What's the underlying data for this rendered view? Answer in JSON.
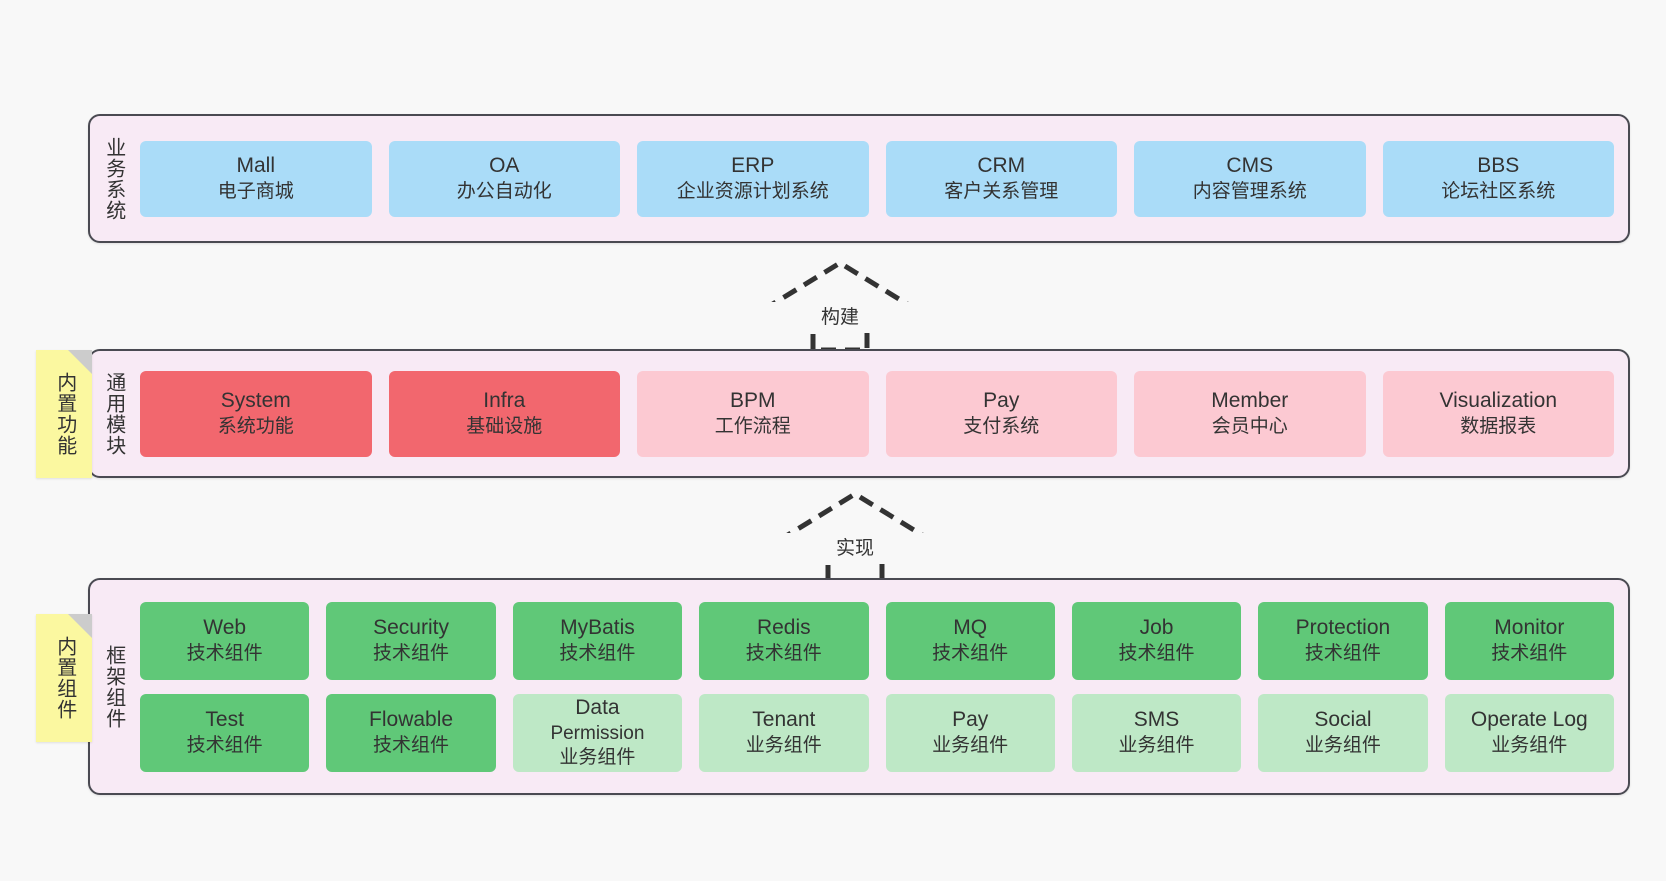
{
  "bands": [
    {
      "id": "business",
      "title": "业务系统",
      "rows": [
        {
          "cards": [
            {
              "style": "blue",
              "t1": "Mall",
              "t2": "电子商城"
            },
            {
              "style": "blue",
              "t1": "OA",
              "t2": "办公自动化"
            },
            {
              "style": "blue",
              "t1": "ERP",
              "t2": "企业资源计划系统"
            },
            {
              "style": "blue",
              "t1": "CRM",
              "t2": "客户关系管理"
            },
            {
              "style": "blue",
              "t1": "CMS",
              "t2": "内容管理系统"
            },
            {
              "style": "blue",
              "t1": "BBS",
              "t2": "论坛社区系统"
            }
          ]
        }
      ]
    },
    {
      "id": "common",
      "title": "通用模块",
      "rows": [
        {
          "cards": [
            {
              "style": "red",
              "t1": "System",
              "t2": "系统功能"
            },
            {
              "style": "red",
              "t1": "Infra",
              "t2": "基础设施"
            },
            {
              "style": "pink",
              "t1": "BPM",
              "t2": "工作流程"
            },
            {
              "style": "pink",
              "t1": "Pay",
              "t2": "支付系统"
            },
            {
              "style": "pink",
              "t1": "Member",
              "t2": "会员中心"
            },
            {
              "style": "pink",
              "t1": "Visualization",
              "t2": "数据报表"
            }
          ]
        }
      ]
    },
    {
      "id": "framework",
      "title": "框架组件",
      "rows": [
        {
          "cards": [
            {
              "style": "green",
              "t1": "Web",
              "t2": "技术组件"
            },
            {
              "style": "green",
              "t1": "Security",
              "t2": "技术组件"
            },
            {
              "style": "green",
              "t1": "MyBatis",
              "t2": "技术组件"
            },
            {
              "style": "green",
              "t1": "Redis",
              "t2": "技术组件"
            },
            {
              "style": "green",
              "t1": "MQ",
              "t2": "技术组件"
            },
            {
              "style": "green",
              "t1": "Job",
              "t2": "技术组件"
            },
            {
              "style": "green",
              "t1": "Protection",
              "t2": "技术组件"
            },
            {
              "style": "green",
              "t1": "Monitor",
              "t2": "技术组件"
            }
          ]
        },
        {
          "cards": [
            {
              "style": "green",
              "t1": "Test",
              "t2": "技术组件"
            },
            {
              "style": "green",
              "t1": "Flowable",
              "t2": "技术组件"
            },
            {
              "style": "lightgreen",
              "t1": "Data",
              "t2": "Permission",
              "t3": "业务组件"
            },
            {
              "style": "lightgreen",
              "t1": "Tenant",
              "t2": "业务组件"
            },
            {
              "style": "lightgreen",
              "t1": "Pay",
              "t2": "业务组件"
            },
            {
              "style": "lightgreen",
              "t1": "SMS",
              "t2": "业务组件"
            },
            {
              "style": "lightgreen",
              "t1": "Social",
              "t2": "业务组件"
            },
            {
              "style": "lightgreen",
              "t1": "Operate Log",
              "t2": "业务组件"
            }
          ]
        }
      ]
    }
  ],
  "notes": [
    {
      "id": "builtin-function",
      "label": "内置功能"
    },
    {
      "id": "builtin-component",
      "label": "内置组件"
    }
  ],
  "arrows": [
    {
      "id": "build",
      "label": "构建"
    },
    {
      "id": "realize",
      "label": "实现"
    }
  ],
  "colors": {
    "canvas": "#f8f8f8",
    "band_fill": "#f8eaf5",
    "band_border": "#4a4a52",
    "blue": "#aadcf8",
    "red": "#f2676e",
    "pink": "#fcc9d2",
    "green": "#60c878",
    "lightgreen": "#bee8c6",
    "note_fill": "#fbf8a0",
    "note_fold": "#cccccc",
    "text": "#333333"
  }
}
